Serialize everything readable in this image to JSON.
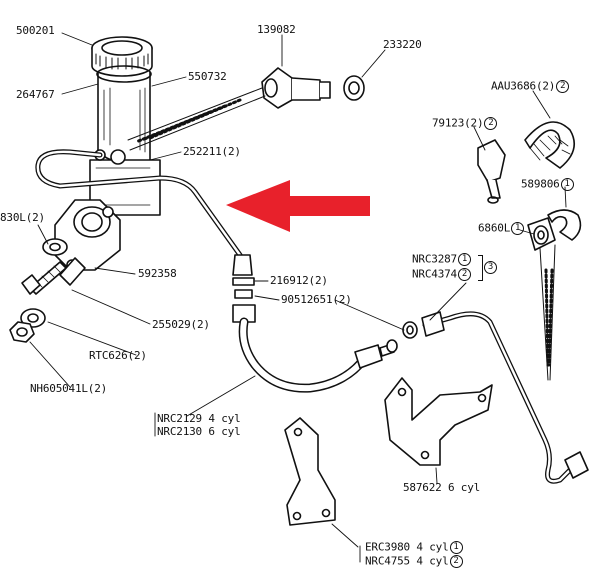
{
  "labels": {
    "p500201": "500201",
    "p264767": "264767",
    "p550732": "550732",
    "p139082": "139082",
    "p233220": "233220",
    "pAAU3686": "AAU3686(2)",
    "pAAU3686_circle": "2",
    "p79123": "79123(2)",
    "p79123_circle": "2",
    "p589806": "589806",
    "p589806_circle": "1",
    "p252211": "252211(2)",
    "p6860L": "6860L",
    "p6860L_circle": "1",
    "p830L": "830L(2)",
    "pNRC3287": "NRC3287",
    "pNRC3287_circle": "1",
    "pNRC4374": "NRC4374",
    "pNRC4374_circle": "2",
    "pNRC_group_circle": "3",
    "p592358": "592358",
    "p216912": "216912(2)",
    "p90512651": "90512651(2)",
    "p255029": "255029(2)",
    "pRTC626": "RTC626(2)",
    "pNH605041L": "NH605041L(2)",
    "pNRC2129": "NRC2129 4 cyl",
    "pNRC2130": "NRC2130 6 cyl",
    "p587622": "587622 6 cyl",
    "pERC3980": "ERC3980 4 cyl",
    "pERC3980_circle": "1",
    "pNRC4755": "NRC4755 4 cyl",
    "pNRC4755_circle": "2"
  },
  "colors": {
    "line": "#111111",
    "arrow": "#e8212b",
    "background": "#ffffff"
  }
}
